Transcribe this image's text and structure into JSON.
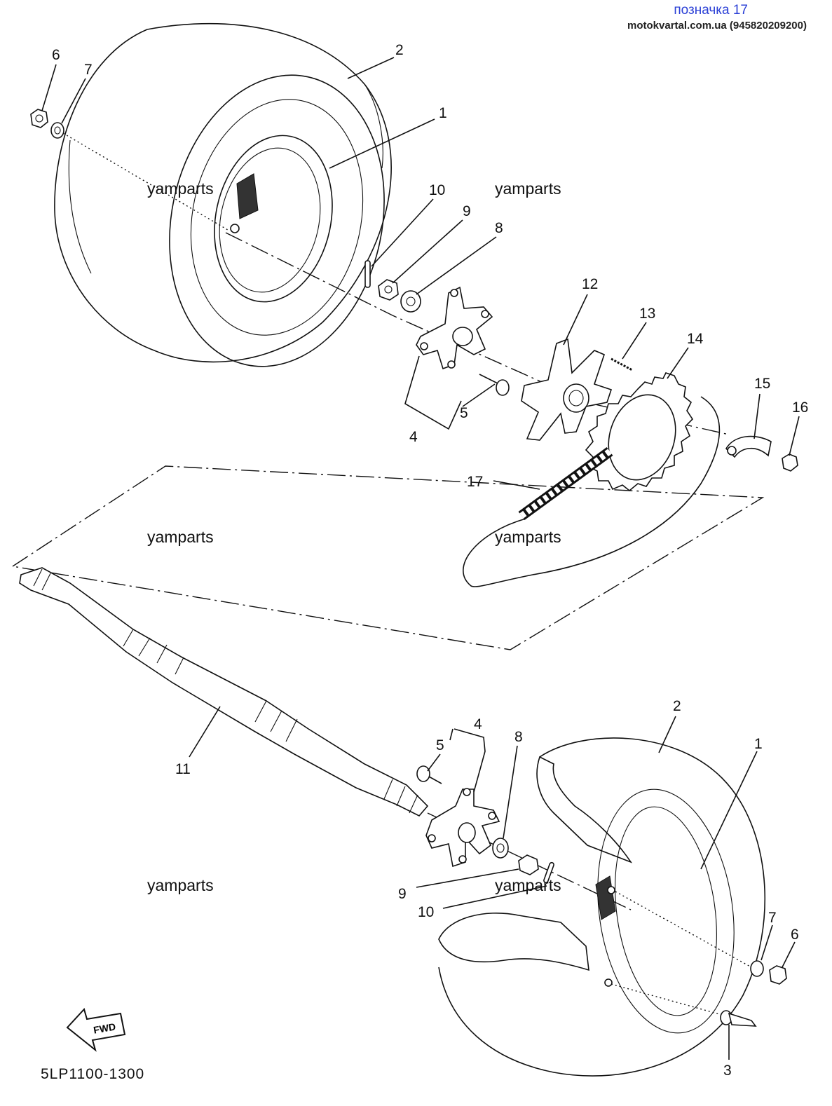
{
  "header": {
    "title": "позначка 17",
    "subtitle": "motokvartal.com.ua (945820209200)"
  },
  "watermark": "yamparts",
  "diagram_code": "5LP1100-1300",
  "fwd_label": "FWD",
  "callouts": {
    "c1a": "1",
    "c2a": "2",
    "c6a": "6",
    "c7a": "7",
    "c8a": "8",
    "c9a": "9",
    "c10a": "10",
    "c12": "12",
    "c13": "13",
    "c14": "14",
    "c15": "15",
    "c16": "16",
    "c17": "17",
    "c4a": "4",
    "c5a": "5",
    "c11": "11",
    "c4b": "4",
    "c5b": "5",
    "c8b": "8",
    "c2b": "2",
    "c1b": "1",
    "c9b": "9",
    "c10b": "10",
    "c7b": "7",
    "c6b": "6",
    "c3": "3"
  }
}
